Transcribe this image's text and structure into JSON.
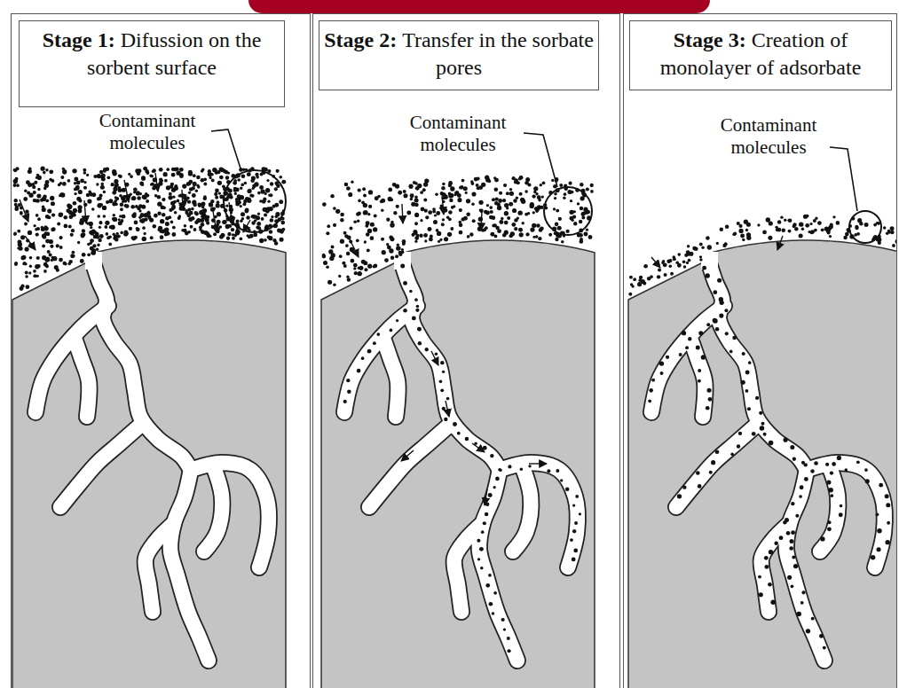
{
  "diagram": {
    "nodes": [
      {
        "text": [
          "Contaminant molecules"
        ]
      },
      {
        "text": [
          "Stage 1:",
          "Difussion on the sorbent surface"
        ],
        "in": 0
      },
      {
        "text": [
          "Contaminant molecules"
        ]
      },
      {
        "text": [
          "Stage 2:",
          "Transfer in the sorbate pores"
        ],
        "in": 2
      },
      {
        "text": [
          "Contaminant molecules"
        ]
      },
      {
        "text": [
          "Stage 3:",
          "Creation of monolayer of adsorbate"
        ],
        "in": 4
      }
    ]
  }
}
